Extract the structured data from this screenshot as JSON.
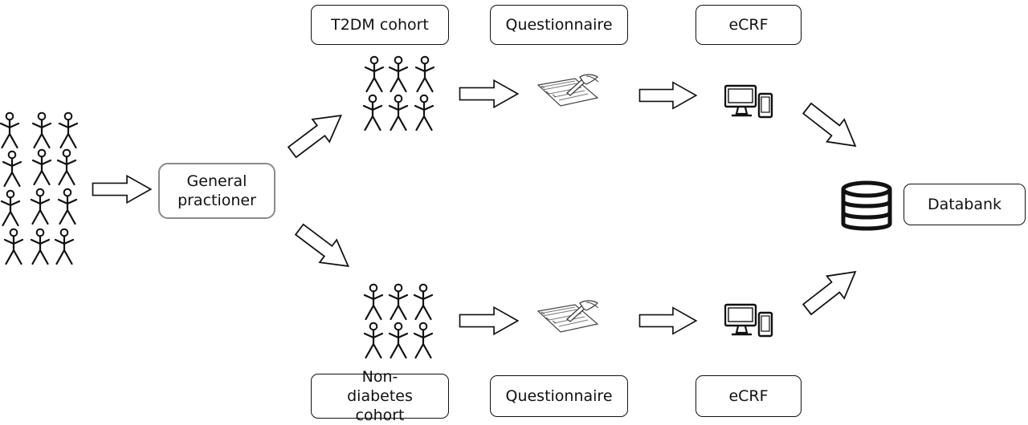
{
  "nodes": {
    "general_practitioner": "General practioner",
    "t2dm_cohort": "T2DM cohort",
    "questionnaire_top": "Questionnaire",
    "ecrf_top": "eCRF",
    "non_diabetes_cohort": "Non-diabetes cohort",
    "questionnaire_bottom": "Questionnaire",
    "ecrf_bottom": "eCRF",
    "databank": "Databank"
  },
  "icons": {
    "population": "stick-figure-group-icon",
    "cohort": "stick-figure-group-icon",
    "questionnaire": "hand-writing-form-icon",
    "ecrf": "computer-and-phone-icon",
    "databank": "database-icon",
    "flow": "outline-arrow-icon"
  },
  "colors": {
    "stroke": "#111111",
    "box_border": "#111111",
    "gp_border": "#8a8a8a",
    "background": "#ffffff"
  }
}
